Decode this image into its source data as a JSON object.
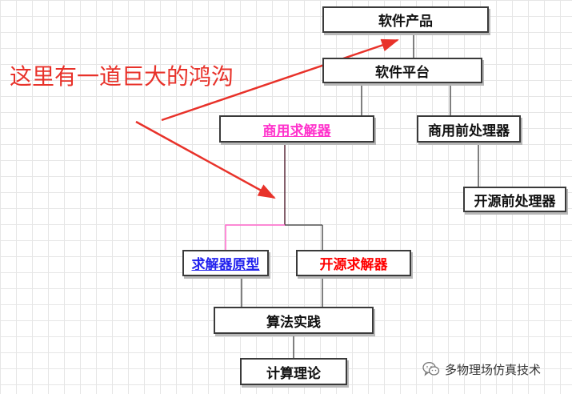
{
  "callout": "这里有一道巨大的鸿沟",
  "nodes": {
    "software_product": "软件产品",
    "software_platform": "软件平台",
    "commercial_solver": "商用求解器",
    "commercial_preprocessor": "商用前处理器",
    "open_source_preprocessor": "开源前处理器",
    "solver_prototype": "求解器原型",
    "open_source_solver": "开源求解器",
    "algorithm_practice": "算法实践",
    "computational_theory": "计算理论"
  },
  "watermark": "多物理场仿真技术",
  "colors": {
    "commercial_solver_text": "#ff33cc",
    "solver_prototype_text": "#2222ee",
    "open_source_solver_text": "#ff0000",
    "arrow": "#e8322a",
    "pink_connector": "#ff66cc",
    "solver_stem": "#5a2a3a"
  },
  "watermark_icon": "wechat-icon"
}
